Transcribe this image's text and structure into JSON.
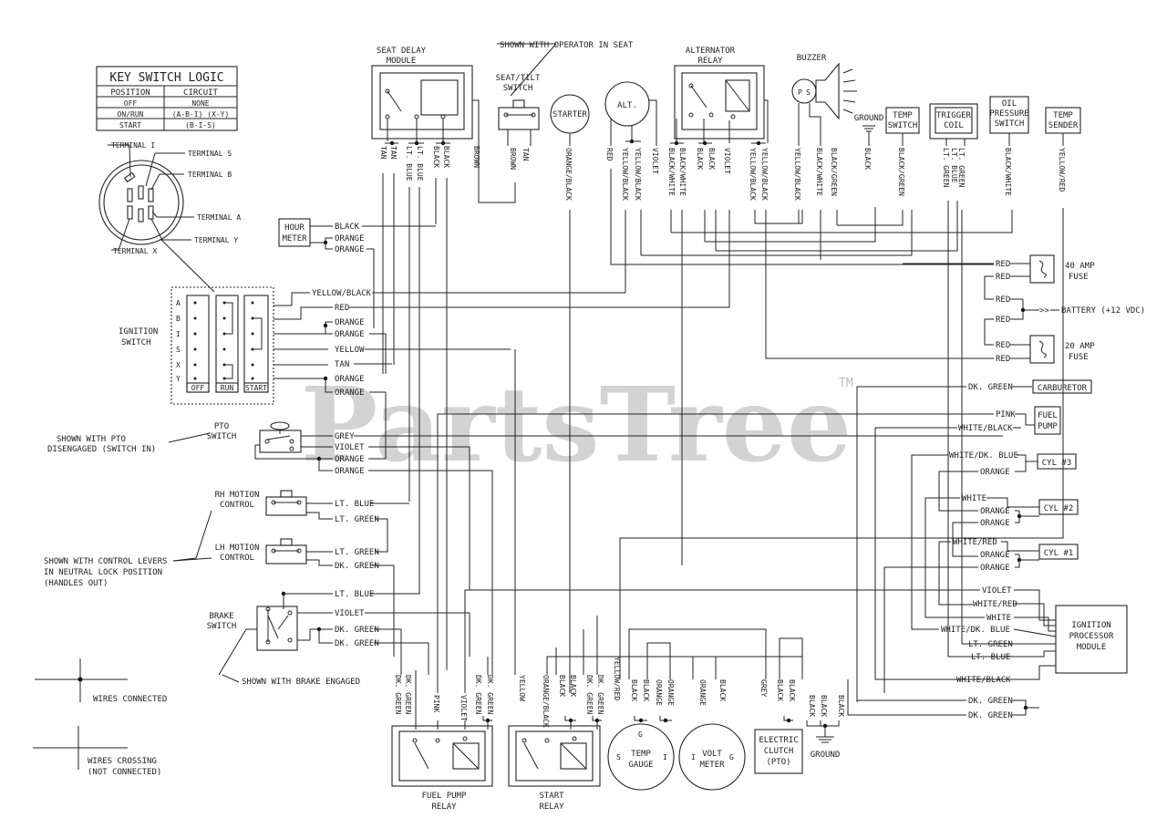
{
  "watermark": {
    "text": "PartsTree",
    "tm": "TM"
  },
  "key_switch_table": {
    "title": "KEY SWITCH LOGIC",
    "headers": [
      "POSITION",
      "CIRCUIT"
    ],
    "rows": [
      [
        "OFF",
        "NONE"
      ],
      [
        "ON/RUN",
        "(A-B-I) (X-Y)"
      ],
      [
        "START",
        "(B-I-S)"
      ]
    ]
  },
  "terminals": {
    "i": "TERMINAL I",
    "s": "TERMINAL S",
    "b": "TERMINAL B",
    "a": "TERMINAL A",
    "y": "TERMINAL Y",
    "x": "TERMINAL X"
  },
  "ignition_switch": {
    "label_1": "IGNITION",
    "label_2": "SWITCH",
    "rows": [
      "A",
      "B",
      "I",
      "S",
      "X",
      "Y"
    ],
    "columns": [
      "OFF",
      "RUN",
      "START"
    ]
  },
  "components": {
    "seat_delay_1": "SEAT DELAY",
    "seat_delay_2": "MODULE",
    "seat_note": "SHOWN WITH OPERATOR IN SEAT",
    "seat_tilt_1": "SEAT/TILT",
    "seat_tilt_2": "SWITCH",
    "starter": "STARTER",
    "alt": "ALT.",
    "alt_relay_1": "ALTERNATOR",
    "alt_relay_2": "RELAY",
    "buzzer": "BUZZER",
    "ground": "GROUND",
    "temp_switch_1": "TEMP",
    "temp_switch_2": "SWITCH",
    "trigger_coil_1": "TRIGGER",
    "trigger_coil_2": "COIL",
    "oil_1": "OIL",
    "oil_2": "PRESSURE",
    "oil_3": "SWITCH",
    "temp_sender_1": "TEMP",
    "temp_sender_2": "SENDER",
    "hour_meter_1": "HOUR",
    "hour_meter_2": "METER",
    "fuse40_1": "40 AMP",
    "fuse40_2": "FUSE",
    "fuse20_1": "20 AMP",
    "fuse20_2": "FUSE",
    "battery": "BATTERY (+12 VDC)",
    "carburetor": "CARBURETOR",
    "fuel_pump_1": "FUEL",
    "fuel_pump_2": "PUMP",
    "cyl3": "CYL #3",
    "cyl2": "CYL #2",
    "cyl1": "CYL #1",
    "ipm_1": "IGNITION",
    "ipm_2": "PROCESSOR",
    "ipm_3": "MODULE",
    "pto_1": "PTO",
    "pto_2": "SWITCH",
    "pto_note_1": "SHOWN  WITH  PTO",
    "pto_note_2": "DISENGAGED (SWITCH IN)",
    "rh_1": "RH MOTION",
    "rh_2": "CONTROL",
    "lh_1": "LH MOTION",
    "lh_2": "CONTROL",
    "levers_note_1": "SHOWN WITH CONTROL LEVERS",
    "levers_note_2": "IN NEUTRAL LOCK POSITION",
    "levers_note_3": "(HANDLES OUT)",
    "brake_1": "BRAKE",
    "brake_2": "SWITCH",
    "brake_note": "SHOWN WITH BRAKE ENGAGED",
    "fpr_1": "FUEL PUMP",
    "fpr_2": "RELAY",
    "sr_1": "START",
    "sr_2": "RELAY",
    "temp_gauge_1": "TEMP",
    "temp_gauge_2": "GAUGE",
    "volt_1": "VOLT",
    "volt_2": "METER",
    "clutch_1": "ELECTRIC",
    "clutch_2": "CLUTCH",
    "clutch_3": "(PTO)",
    "ground_bottom": "GROUND"
  },
  "legend": {
    "connected": "WIRES CONNECTED",
    "crossing_1": "WIRES CROSSING",
    "crossing_2": "(NOT CONNECTED)"
  },
  "wire_labels": {
    "tan": "TAN",
    "lt_blue": "LT. BLUE",
    "black": "BLACK",
    "brown": "BROWN",
    "orange_black": "ORANGE/BLACK",
    "red": "RED",
    "yellow_black": "YELLOW/BLACK",
    "violet": "VIOLET",
    "black_white": "BLACK/WHITE",
    "black_green": "BLACK/GREEN",
    "lt_green": "LT. GREEN",
    "yellow_red": "YELLOW/RED",
    "orange": "ORANGE",
    "yellow": "YELLOW",
    "grey": "GREY",
    "dk_green": "DK. GREEN",
    "pink": "PINK",
    "white_black": "WHITE/BLACK",
    "white_dk_blue": "WHITE/DK. BLUE",
    "white": "WHITE",
    "white_red": "WHITE/RED"
  },
  "pin_labels": {
    "p": "P",
    "s": "S",
    "g": "G",
    "i": "I"
  }
}
